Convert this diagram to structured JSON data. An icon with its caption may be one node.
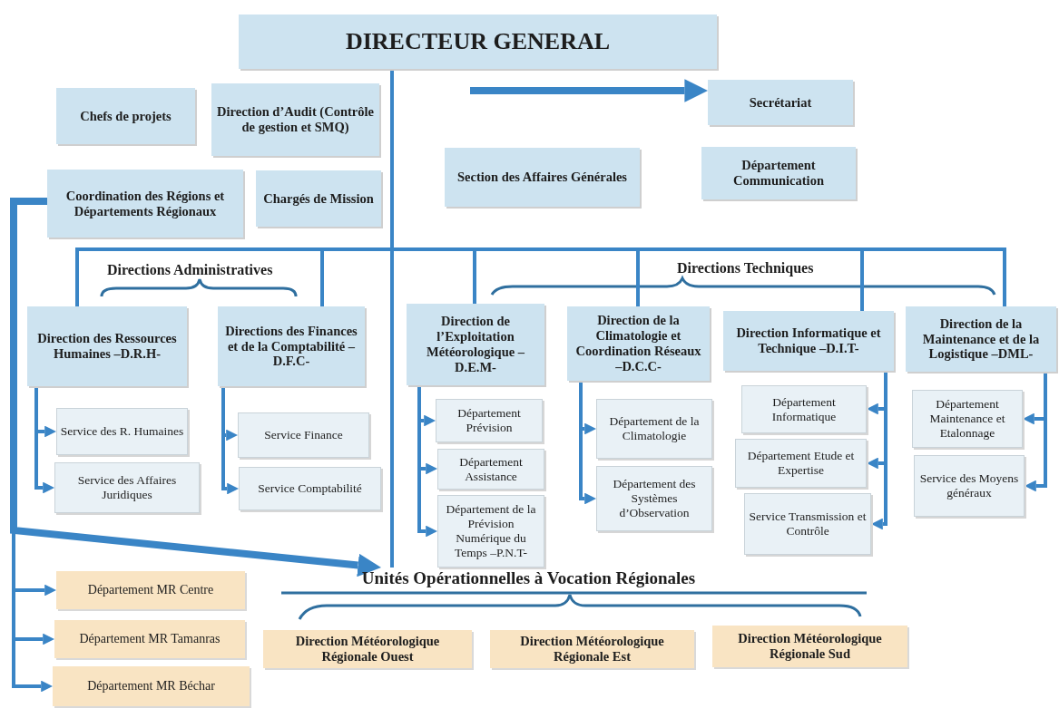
{
  "diagram": {
    "nodes": [
      {
        "text": [
          "DIRECTEUR GENERAL"
        ]
      },
      {
        "text": [
          "Chefs de projets"
        ]
      },
      {
        "text": [
          "Direction d’Audit (Contrôle de gestion et SMQ)"
        ]
      },
      {
        "text": [
          "Secrétariat"
        ]
      },
      {
        "text": [
          "Coordination des Régions et Départements Régionaux"
        ]
      },
      {
        "text": [
          "Chargés de Mission"
        ]
      },
      {
        "text": [
          "Section des Affaires Générales"
        ]
      },
      {
        "text": [
          "Département Communication"
        ]
      },
      {
        "text": [
          "Direction des Ressources Humaines –D.R.H-"
        ]
      },
      {
        "text": [
          "Directions des Finances et de la Comptabilité –D.F.C-"
        ]
      },
      {
        "text": [
          "Direction de l’Exploitation Météorologique –D.E.M-"
        ]
      },
      {
        "text": [
          "Direction de la Climatologie et Coordination Réseaux –D.C.C-"
        ]
      },
      {
        "text": [
          "Direction Informatique et Technique –D.I.T-"
        ]
      },
      {
        "text": [
          "Direction de la Maintenance et de la Logistique –DML-"
        ]
      },
      {
        "text": [
          "Service des R. Humaines"
        ]
      },
      {
        "text": [
          "Service des Affaires Juridiques"
        ]
      },
      {
        "text": [
          "Service Finance"
        ]
      },
      {
        "text": [
          "Service Comptabilité"
        ]
      },
      {
        "text": [
          "Département Prévision"
        ]
      },
      {
        "text": [
          "Département Assistance"
        ]
      },
      {
        "text": [
          "Département de la Prévision Numérique du Temps –P.N.T-"
        ]
      },
      {
        "text": [
          "Département de la Climatologie"
        ]
      },
      {
        "text": [
          "Département des Systèmes d’Observation"
        ]
      },
      {
        "text": [
          "Département Informatique"
        ]
      },
      {
        "text": [
          "Département Etude et Expertise"
        ]
      },
      {
        "text": [
          "Service Transmission et Contrôle"
        ]
      },
      {
        "text": [
          "Département Maintenance et Etalonnage"
        ]
      },
      {
        "text": [
          "Service des Moyens généraux"
        ]
      },
      {
        "text": [
          "Unités Opérationnelles à Vocation Régionales"
        ]
      },
      {
        "text": [
          "Département MR Centre"
        ]
      },
      {
        "text": [
          "Département MR Tamanras"
        ]
      },
      {
        "text": [
          "Département MR Béchar"
        ]
      },
      {
        "text": [
          "Direction Météorologique Régionale Ouest"
        ]
      },
      {
        "text": [
          "Direction Météorologique Régionale Est"
        ]
      },
      {
        "text": [
          "Direction Météorologique Régionale Sud"
        ]
      }
    ],
    "edges": [
      {
        "from": null,
        "to": 3,
        "arrow": "to",
        "style": "thick"
      },
      {
        "from": 0,
        "to": 8,
        "arrow": "none"
      },
      {
        "from": 0,
        "to": 9,
        "arrow": "none"
      },
      {
        "from": 0,
        "to": 10,
        "arrow": "none"
      },
      {
        "from": 0,
        "to": 11,
        "arrow": "none"
      },
      {
        "from": 0,
        "to": 12,
        "arrow": "none"
      },
      {
        "from": 0,
        "to": 13,
        "arrow": "none"
      },
      {
        "from": 0,
        "to": 28,
        "arrow": "none"
      },
      {
        "from": 4,
        "to": 28,
        "arrow": "to",
        "style": "thick"
      },
      {
        "from": 4,
        "to": 29,
        "arrow": "to"
      },
      {
        "from": 4,
        "to": 30,
        "arrow": "to"
      },
      {
        "from": 4,
        "to": 31,
        "arrow": "to"
      },
      {
        "from": 8,
        "to": 14,
        "arrow": "to"
      },
      {
        "from": 8,
        "to": 15,
        "arrow": "to"
      },
      {
        "from": 9,
        "to": 16,
        "arrow": "to"
      },
      {
        "from": 9,
        "to": 17,
        "arrow": "to"
      },
      {
        "from": 10,
        "to": 18,
        "arrow": "to"
      },
      {
        "from": 10,
        "to": 19,
        "arrow": "to"
      },
      {
        "from": 10,
        "to": 20,
        "arrow": "to"
      },
      {
        "from": 11,
        "to": 21,
        "arrow": "to"
      },
      {
        "from": 11,
        "to": 22,
        "arrow": "to"
      },
      {
        "from": 12,
        "to": 23,
        "arrow": "to"
      },
      {
        "from": 12,
        "to": 24,
        "arrow": "to"
      },
      {
        "from": 12,
        "to": 25,
        "arrow": "to"
      },
      {
        "from": 13,
        "to": 26,
        "arrow": "to"
      },
      {
        "from": 13,
        "to": 27,
        "arrow": "to"
      }
    ],
    "labels": [
      "Directions Administratives",
      "Directions Techniques"
    ]
  }
}
